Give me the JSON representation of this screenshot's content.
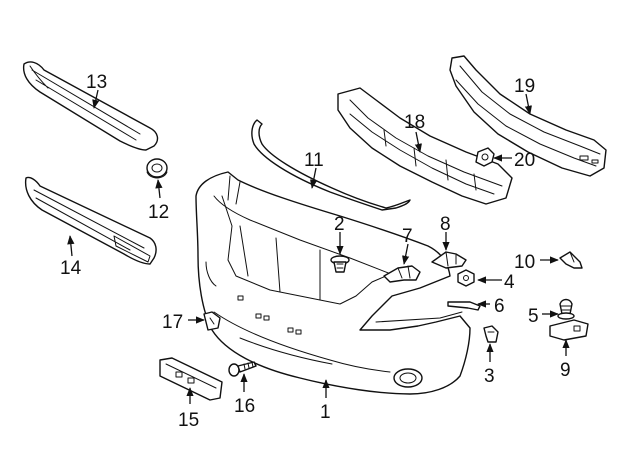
{
  "diagram": {
    "callouts": {
      "c1": "1",
      "c2": "2",
      "c3": "3",
      "c4": "4",
      "c5": "5",
      "c6": "6",
      "c7": "7",
      "c8": "8",
      "c9": "9",
      "c10": "10",
      "c11": "11",
      "c12": "12",
      "c13": "13",
      "c14": "14",
      "c15": "15",
      "c16": "16",
      "c17": "17",
      "c18": "18",
      "c19": "19",
      "c20": "20"
    },
    "colors": {
      "line": "#111111",
      "background": "#ffffff",
      "shade": "#d8d8d8"
    }
  }
}
